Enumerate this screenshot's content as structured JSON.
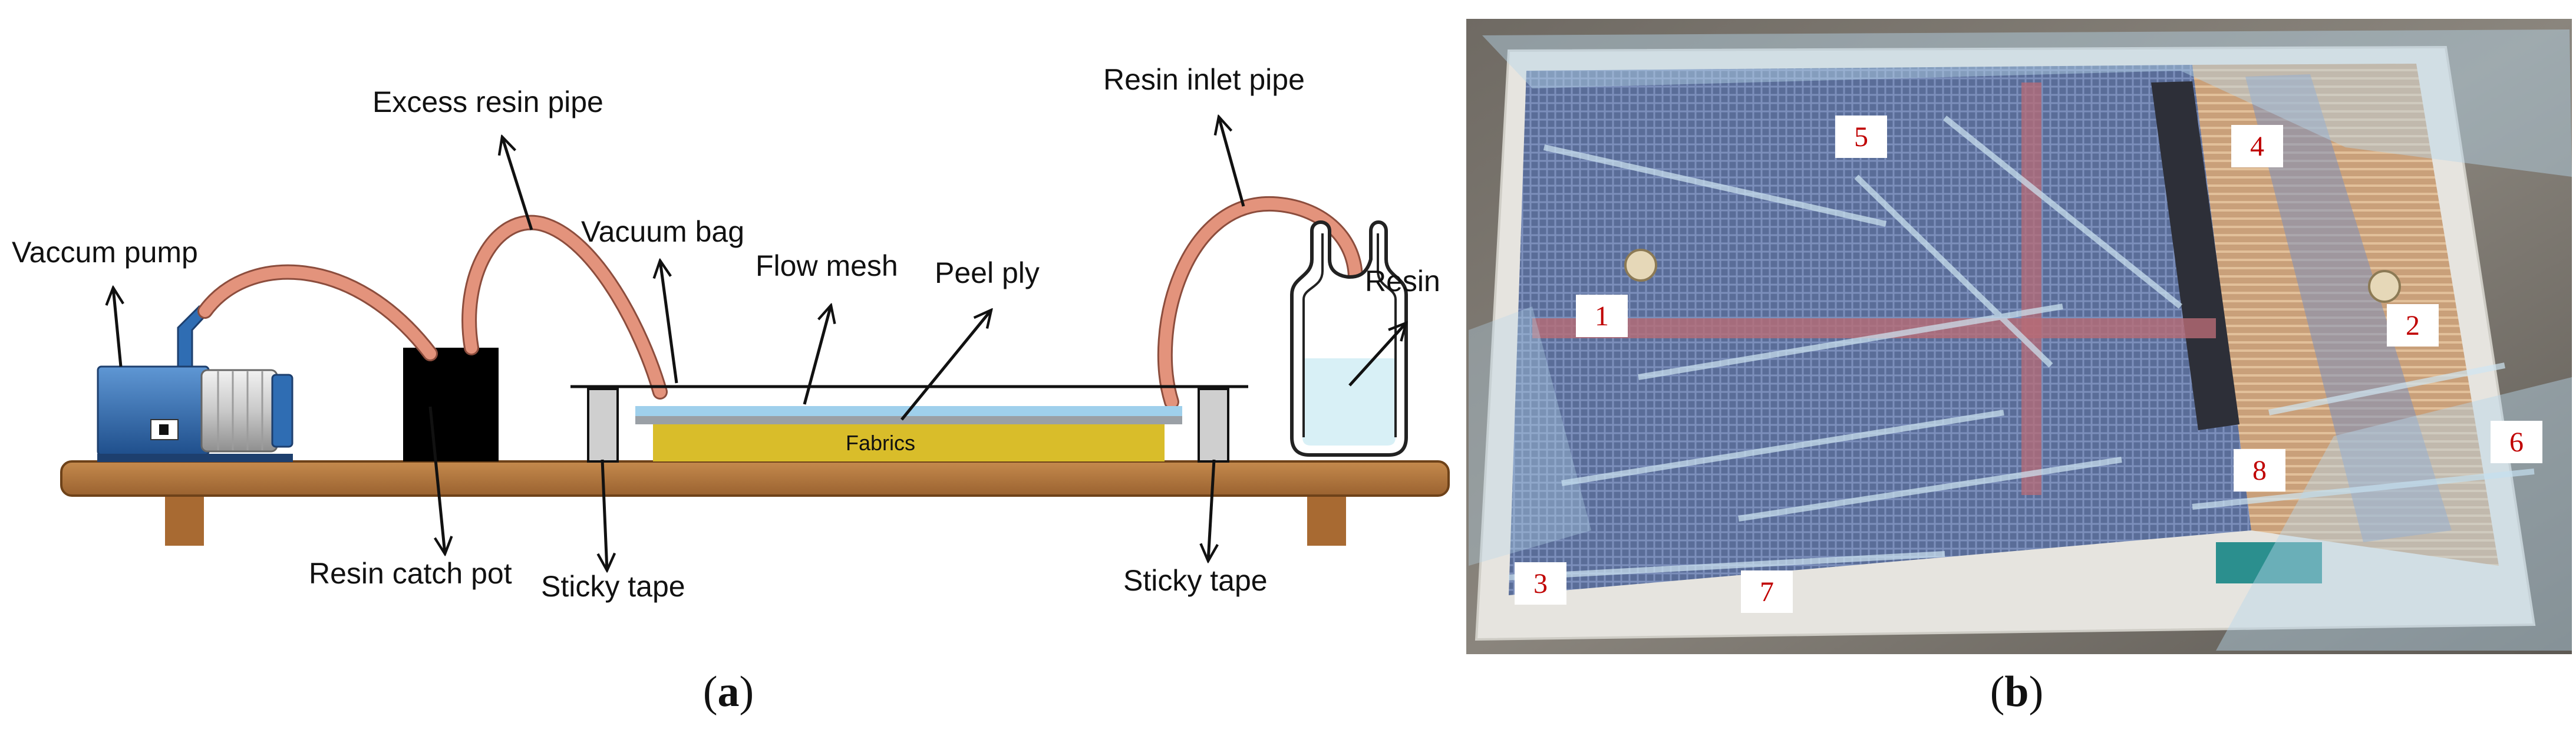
{
  "panel_a": {
    "caption": {
      "open": "(",
      "letter": "a",
      "close": ")"
    },
    "labels": {
      "vacuum_pump": "Vaccum pump",
      "excess_resin_pipe": "Excess resin pipe",
      "vacuum_bag": "Vacuum bag",
      "flow_mesh": "Flow mesh",
      "peel_ply": "Peel ply",
      "resin_inlet_pipe": "Resin inlet pipe",
      "resin": "Resin",
      "fabrics": "Fabrics",
      "resin_catch_pot": "Resin catch pot",
      "sticky_tape_left": "Sticky tape",
      "sticky_tape_right": "Sticky tape"
    }
  },
  "panel_b": {
    "caption": {
      "open": "(",
      "letter": "b",
      "close": ")"
    },
    "markers": [
      "1",
      "2",
      "3",
      "4",
      "5",
      "6",
      "7",
      "8"
    ]
  },
  "colors": {
    "table": "#b87a3c",
    "pipe": "#d98a72",
    "fabric": "#d9bd2a",
    "flow_mesh": "#9fd0ec",
    "pump_blue": "#2f6db3",
    "marker_text": "#c00000"
  }
}
